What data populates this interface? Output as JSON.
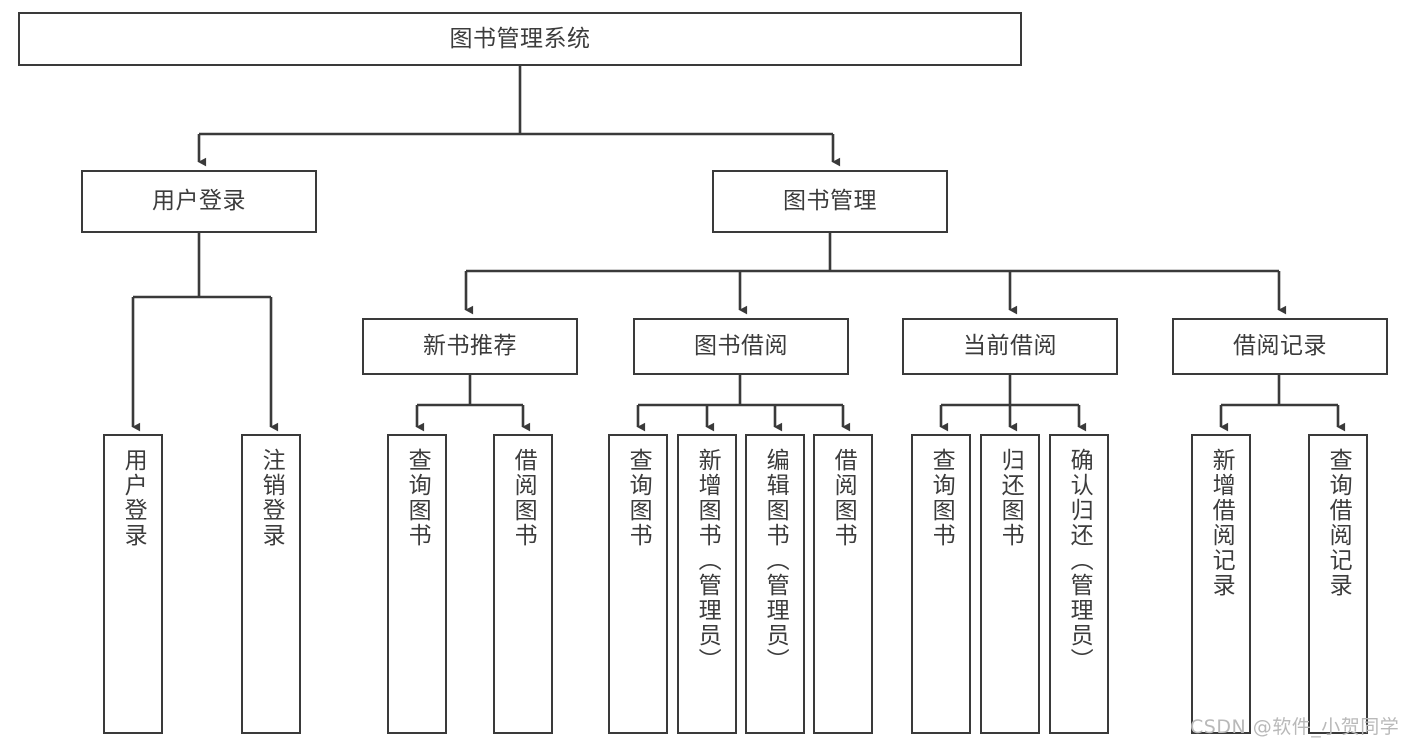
{
  "diagram": {
    "type": "tree",
    "title": "图书管理系统",
    "root": {
      "id": "root",
      "label": "图书管理系统"
    },
    "level2": [
      {
        "id": "user-login",
        "label": "用户登录"
      },
      {
        "id": "book-manage",
        "label": "图书管理"
      }
    ],
    "level3": [
      {
        "id": "new-book-recommend",
        "label": "新书推荐",
        "parent": "book-manage"
      },
      {
        "id": "book-borrow",
        "label": "图书借阅",
        "parent": "book-manage"
      },
      {
        "id": "current-borrow",
        "label": "当前借阅",
        "parent": "book-manage"
      },
      {
        "id": "borrow-record",
        "label": "借阅记录",
        "parent": "book-manage"
      }
    ],
    "leaves": [
      {
        "id": "leaf-user-login",
        "label": "用户登录",
        "parent": "user-login"
      },
      {
        "id": "leaf-logout-login",
        "label": "注销登录",
        "parent": "user-login"
      },
      {
        "id": "leaf-query-book-1",
        "label": "查询图书",
        "parent": "new-book-recommend"
      },
      {
        "id": "leaf-borrow-book-1",
        "label": "借阅图书",
        "parent": "new-book-recommend"
      },
      {
        "id": "leaf-query-book-2",
        "label": "查询图书",
        "parent": "book-borrow"
      },
      {
        "id": "leaf-add-book",
        "label": "新增图书（管理员）",
        "parent": "book-borrow"
      },
      {
        "id": "leaf-edit-book",
        "label": "编辑图书（管理员）",
        "parent": "book-borrow"
      },
      {
        "id": "leaf-borrow-book-2",
        "label": "借阅图书",
        "parent": "book-borrow"
      },
      {
        "id": "leaf-query-book-3",
        "label": "查询图书",
        "parent": "current-borrow"
      },
      {
        "id": "leaf-return-book",
        "label": "归还图书",
        "parent": "current-borrow"
      },
      {
        "id": "leaf-confirm-return",
        "label": "确认归还（管理员）",
        "parent": "current-borrow"
      },
      {
        "id": "leaf-add-record",
        "label": "新增借阅记录",
        "parent": "borrow-record"
      },
      {
        "id": "leaf-query-record",
        "label": "查询借阅记录",
        "parent": "borrow-record"
      }
    ]
  },
  "watermark": {
    "text": "CSDN @软件_小贺同学"
  },
  "colors": {
    "stroke": "#3a3a3a",
    "text": "#3c3c3c",
    "background": "#ffffff",
    "watermark": "#b9b9b9"
  }
}
